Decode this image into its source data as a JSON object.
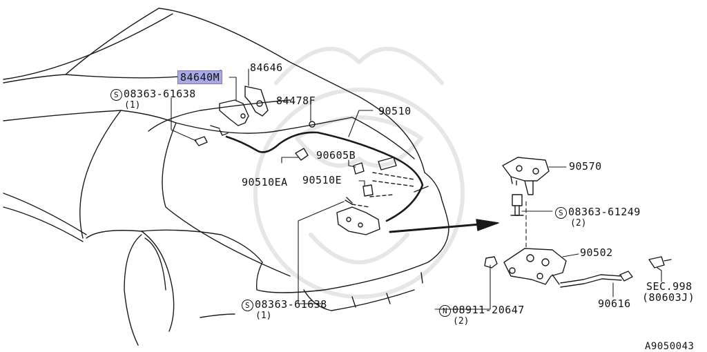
{
  "diagram_id": "A9050043",
  "callouts": {
    "c84646": "84646",
    "c84640m": "84640M",
    "c84478f": "84478F",
    "c90510": "90510",
    "c90605b": "90605B",
    "c90510ea": "90510EA",
    "c90510e": "90510E",
    "c90570": "90570",
    "c90502": "90502",
    "c90616": "90616",
    "bolt_top": {
      "prefix": "S",
      "part": "08363-61638",
      "qty": "(1)"
    },
    "bolt_bottom": {
      "prefix": "S",
      "part": "08363-61638",
      "qty": "(1)"
    },
    "bolt_right": {
      "prefix": "S",
      "part": "08363-61249",
      "qty": "(2)"
    },
    "nut": {
      "prefix": "N",
      "part": "08911-20647",
      "qty": "(2)"
    },
    "sec": {
      "line1": "SEC.998",
      "line2": "(80603J)"
    }
  },
  "colors": {
    "highlight": "#a9a9e6",
    "ink": "#111111"
  }
}
